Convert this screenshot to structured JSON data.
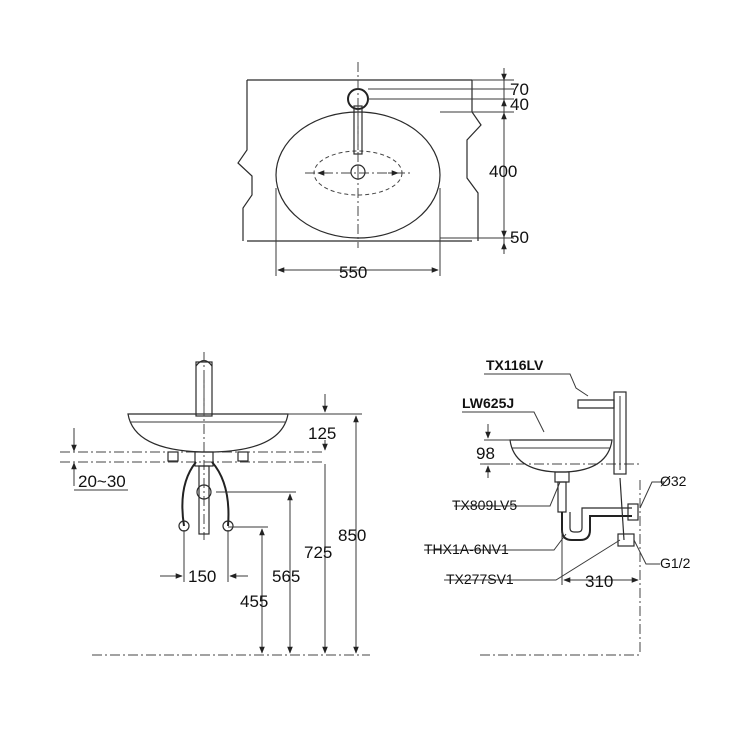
{
  "top_view": {
    "dims": {
      "d70": "70",
      "d40": "40",
      "d400": "400",
      "d50": "50",
      "d550": "550"
    }
  },
  "front_view": {
    "dims": {
      "d125": "125",
      "d20_30": "20~30",
      "d150": "150",
      "d565": "565",
      "d725": "725",
      "d850": "850",
      "d455": "455"
    }
  },
  "side_view": {
    "labels": {
      "faucet": "TX116LV",
      "basin": "LW625J",
      "drain": "TX809LV5",
      "trap": "THX1A-6NV1",
      "valve": "TX277SV1",
      "diameter": "Ø32",
      "thread": "G1/2"
    },
    "dims": {
      "d98": "98",
      "d310": "310"
    }
  }
}
